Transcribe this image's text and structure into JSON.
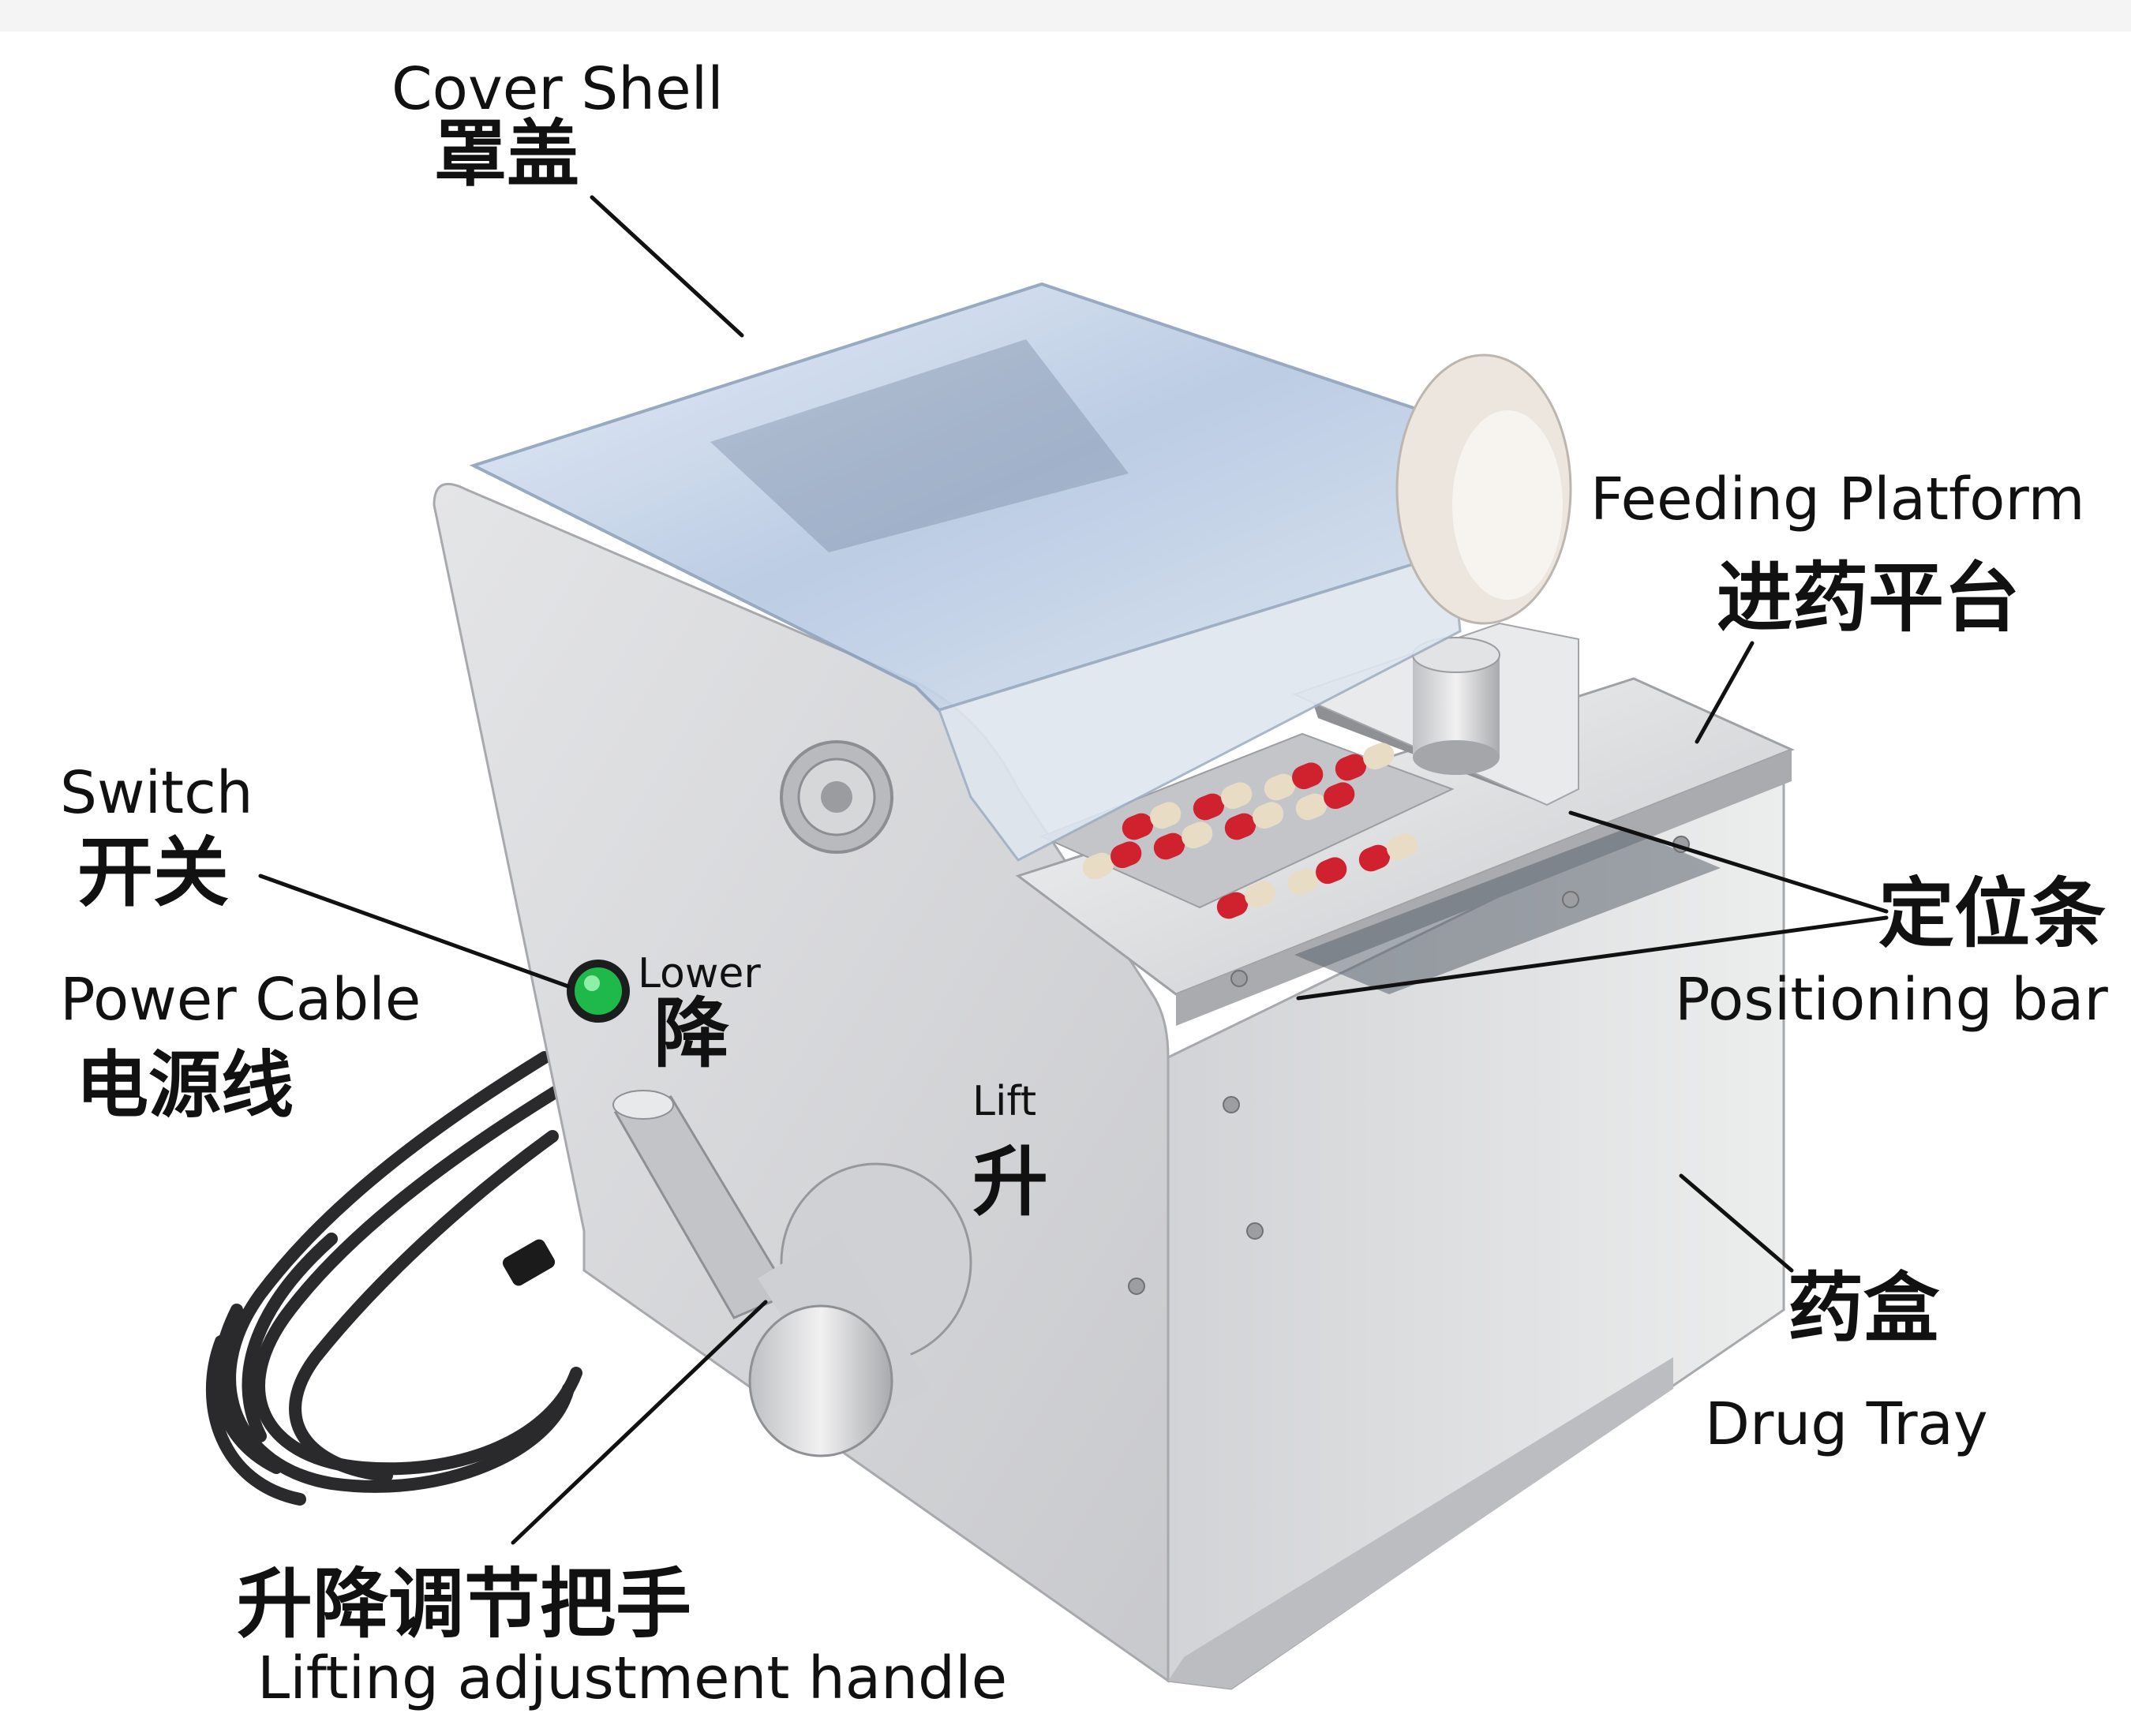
{
  "diagram": {
    "labels": {
      "cover_shell": {
        "en": "Cover Shell",
        "zh": "罩盖"
      },
      "feeding_platform": {
        "en": "Feeding Platform",
        "zh": "进药平台"
      },
      "switch": {
        "en": "Switch",
        "zh": "开关"
      },
      "power_cable": {
        "en": "Power Cable",
        "zh": "电源线"
      },
      "lower": {
        "en": "Lower",
        "zh": "降"
      },
      "lift": {
        "en": "Lift",
        "zh": "升"
      },
      "positioning_bar": {
        "en": "Positioning bar",
        "zh": "定位条"
      },
      "drug_tray": {
        "en": "Drug Tray",
        "zh": "药盒"
      },
      "lifting_handle": {
        "en": "Lifting adjustment handle",
        "zh": "升降调节把手"
      }
    },
    "colors": {
      "background": "#ffffff",
      "machine_body": "#d9dadc",
      "machine_front": "#e6e7e9",
      "cover_glass": "#c9d8ea",
      "capsule_red": "#d0222e",
      "capsule_cream": "#e8ddc4",
      "switch_green": "#1fb84a",
      "cable": "#2a2a2c",
      "leader_line": "#111111"
    }
  }
}
